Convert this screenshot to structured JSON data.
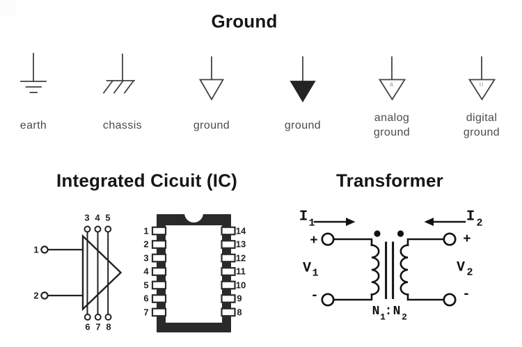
{
  "ground": {
    "title": "Ground",
    "symbols": [
      {
        "name": "earth",
        "label": "earth"
      },
      {
        "name": "chassis",
        "label": "chassis"
      },
      {
        "name": "signal-ground-open",
        "label": "ground"
      },
      {
        "name": "signal-ground-filled",
        "label": "ground"
      },
      {
        "name": "analog-ground",
        "label1": "analog",
        "label2": "ground",
        "mark": "A"
      },
      {
        "name": "digital-ground",
        "label1": "digital",
        "label2": "ground",
        "mark": "II"
      }
    ]
  },
  "ic": {
    "title": "Integrated Cicuit (IC)",
    "opamp": {
      "left_pins": [
        "1",
        "2"
      ],
      "top_pins": [
        "3",
        "4",
        "5"
      ],
      "bottom_pins": [
        "6",
        "7",
        "8"
      ]
    },
    "dip": {
      "left_pins": [
        "1",
        "2",
        "3",
        "4",
        "5",
        "6",
        "7"
      ],
      "right_pins": [
        "14",
        "13",
        "12",
        "11",
        "10",
        "9",
        "8"
      ]
    }
  },
  "transformer": {
    "title": "Transformer",
    "current_left": {
      "base": "I",
      "sub": "1"
    },
    "current_right": {
      "base": "I",
      "sub": "2"
    },
    "voltage_left": {
      "base": "V",
      "sub": "1"
    },
    "voltage_right": {
      "base": "V",
      "sub": "2"
    },
    "turns": {
      "n1": "N",
      "n1_sub": "1",
      "colon": ":",
      "n2": "N",
      "n2_sub": "2"
    },
    "polarity": {
      "plus_left": "+",
      "minus_left": "-",
      "plus_right": "+",
      "minus_right": "-"
    }
  },
  "colors": {
    "ink": "#111111",
    "ground_stroke": "#414141",
    "dip_body": "#2a2a2a",
    "label": "#4a4a4a"
  }
}
